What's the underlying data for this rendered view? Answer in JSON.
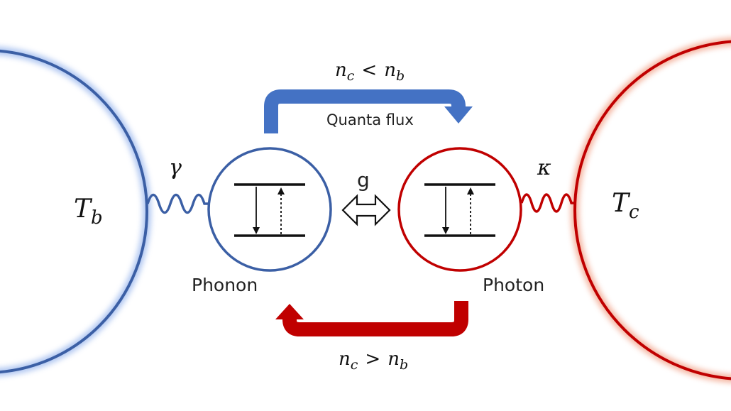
{
  "diagram": {
    "bath_left": {
      "label": "T",
      "subscript": "b",
      "color": "#3b5fa5"
    },
    "bath_right": {
      "label": "T",
      "subscript": "c",
      "color": "#c00000"
    },
    "coupling_left": "γ",
    "coupling_right": "κ",
    "coupling_center": "g",
    "phonon_label": "Phonon",
    "photon_label": "Photon",
    "arrow_top": {
      "lhs": "n",
      "lhs_sub": "c",
      "relation": "<",
      "rhs": "n",
      "rhs_sub": "b",
      "caption": "Quanta flux",
      "color": "#4472c4"
    },
    "arrow_bottom": {
      "lhs": "n",
      "lhs_sub": "c",
      "relation": ">",
      "rhs": "n",
      "rhs_sub": "b",
      "color": "#c00000"
    }
  }
}
